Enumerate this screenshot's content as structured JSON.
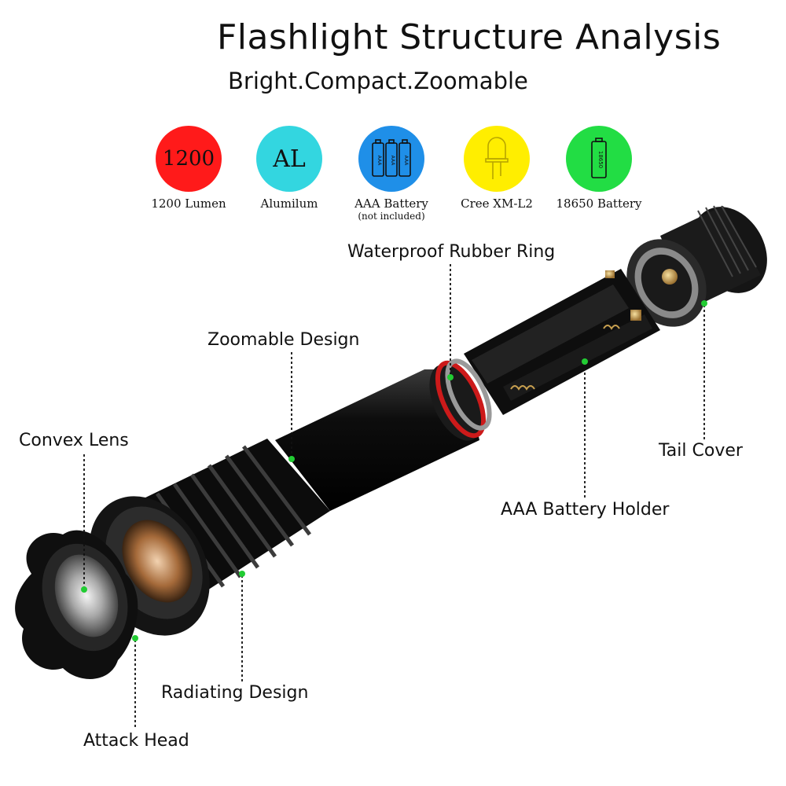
{
  "header": {
    "title": "Flashlight Structure Analysis",
    "subtitle": "Bright.Compact.Zoomable"
  },
  "features": [
    {
      "icon_text": "1200",
      "label": "1200 Lumen",
      "note": "",
      "color": "#ff1a1a",
      "icon": "lumen-icon"
    },
    {
      "icon_text": "AL",
      "label": "Alumilum",
      "note": "",
      "color": "#33d6e0",
      "icon": "aluminum-icon"
    },
    {
      "icon_text": "",
      "label": "AAA Battery",
      "note": "(not included)",
      "color": "#1f8fe8",
      "icon": "aaa-battery-icon"
    },
    {
      "icon_text": "",
      "label": "Cree XM-L2",
      "note": "",
      "color": "#ffee00",
      "icon": "led-icon"
    },
    {
      "icon_text": "",
      "label": "18650 Battery",
      "note": "",
      "color": "#22dd44",
      "icon": "18650-battery-icon"
    }
  ],
  "battery_icon_text": {
    "aaa": "AAA",
    "cell_18650": "18650"
  },
  "parts": {
    "waterproof_ring": "Waterproof Rubber Ring",
    "zoomable_design": "Zoomable Design",
    "convex_lens": "Convex Lens",
    "tail_cover": "Tail Cover",
    "battery_holder": "AAA Battery Holder",
    "radiating_design": "Radiating Design",
    "attack_head": "Attack Head"
  },
  "colors": {
    "marker": "#22cc33",
    "body": "#121212",
    "ring_red": "#cc1a1a",
    "brass": "#c8a050"
  }
}
